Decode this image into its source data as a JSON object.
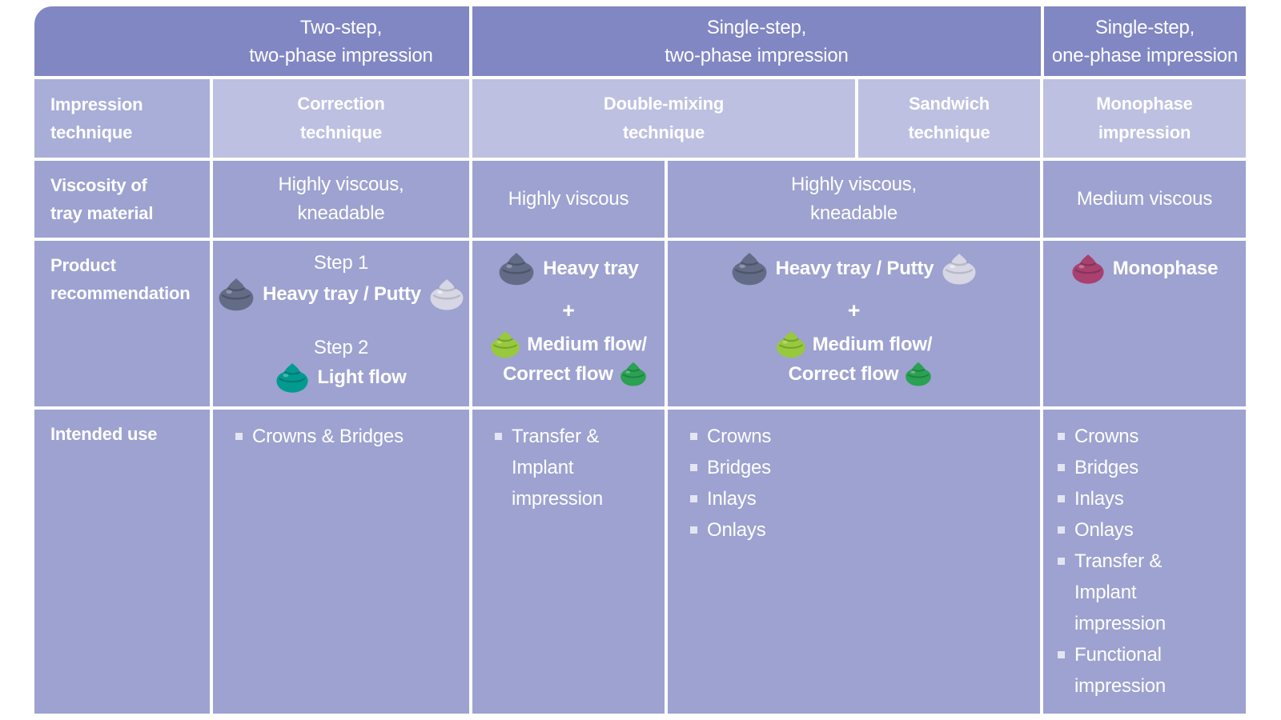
{
  "colors": {
    "page_bg": "#ffffff",
    "header_bg": "#8187c3",
    "technique_label_bg": "#a9aed8",
    "technique_cell_bg": "#bdc0e0",
    "body_cell_bg": "#9da2d0",
    "text": "#ffffff",
    "bullet": "#e4e5f2"
  },
  "icons": {
    "heavy_tray": {
      "name": "heavy-tray-dollop-icon",
      "color": "#636c87"
    },
    "putty": {
      "name": "putty-dollop-icon",
      "color": "#d6d6e4"
    },
    "light_flow": {
      "name": "light-flow-dollop-icon",
      "color": "#009a91"
    },
    "medium_flow": {
      "name": "medium-flow-dollop-icon",
      "color": "#97c93c"
    },
    "correct_flow": {
      "name": "correct-flow-dollop-icon",
      "color": "#2aa153"
    },
    "monophase": {
      "name": "monophase-dollop-icon",
      "color": "#a8416f"
    }
  },
  "header_groups": [
    {
      "label": "Two-step,\ntwo-phase impression"
    },
    {
      "label": "Single-step,\ntwo-phase impression"
    },
    {
      "label": "Single-step,\none-phase impression"
    }
  ],
  "row_labels": {
    "technique": "Impression\ntechnique",
    "viscosity": "Viscosity of\ntray material",
    "product": "Product\nrecommendation",
    "intended": "Intended use"
  },
  "technique_row": {
    "correction": "Correction\ntechnique",
    "double_mixing": "Double-mixing\ntechnique",
    "sandwich": "Sandwich\ntechnique",
    "monophase": "Monophase\nimpression"
  },
  "viscosity_row": {
    "correction": "Highly viscous,\nkneadable",
    "double_mixing": "Highly viscous",
    "sandwich": "Highly viscous,\nkneadable",
    "monophase": "Medium viscous"
  },
  "product_row": {
    "correction": {
      "step1_label": "Step 1",
      "step1_product": "Heavy tray / Putty",
      "step2_label": "Step 2",
      "step2_product": "Light flow"
    },
    "double_mixing": {
      "product1": "Heavy tray",
      "plus": "+",
      "product2_line1": "Medium flow/",
      "product2_line2": "Correct flow"
    },
    "sandwich": {
      "product1": "Heavy tray / Putty",
      "plus": "+",
      "product2_line1": "Medium flow/",
      "product2_line2": "Correct flow"
    },
    "monophase": {
      "product": "Monophase"
    }
  },
  "intended_row": {
    "correction": [
      "Crowns & Bridges"
    ],
    "double_mixing": [
      "Transfer &\nImplant\nimpression"
    ],
    "sandwich": [
      "Crowns",
      "Bridges",
      "Inlays",
      "Onlays"
    ],
    "monophase": [
      "Crowns",
      "Bridges",
      "Inlays",
      "Onlays",
      "Transfer &\nImplant\nimpression",
      "Functional\nimpression"
    ]
  }
}
